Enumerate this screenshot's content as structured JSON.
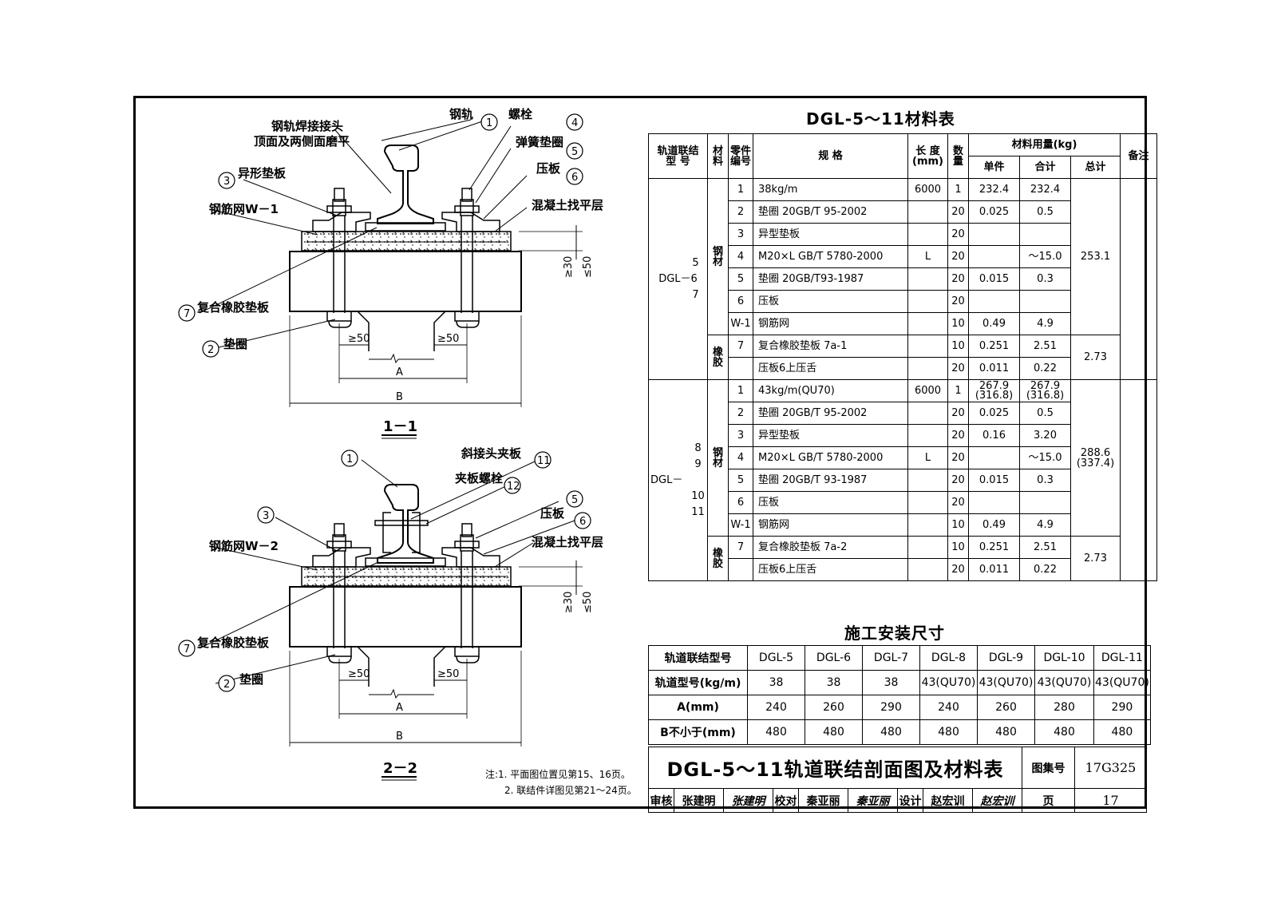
{
  "labels_1_1": {
    "rail": "钢轨",
    "weld_joint_line1": "钢轨焊接接头",
    "weld_joint_line2": "顶面及两侧面磨平",
    "bolt": "螺栓",
    "spring_washer": "弹簧垫圈",
    "shaped_plate": "异形垫板",
    "rebar_mesh": "钢筋网W－1",
    "press_plate": "压板",
    "concrete_level": "混凝土找平层",
    "rubber_pad": "复合橡胶垫板",
    "washer": "垫圈",
    "dim_30": "≥30",
    "dim_50": "≤50",
    "dim_ge50_left": "≥50",
    "dim_ge50_right": "≥50",
    "dim_A": "A",
    "dim_B": "B",
    "section": "1－1",
    "num_1": "1",
    "num_2": "2",
    "num_3": "3",
    "num_4": "4",
    "num_5": "5",
    "num_6": "6",
    "num_7": "7"
  },
  "labels_2_2": {
    "oblique_splice": "斜接头夹板",
    "splice_bolt": "夹板螺栓",
    "rebar_mesh": "钢筋网W－2",
    "press_plate": "压板",
    "concrete_level": "混凝土找平层",
    "rubber_pad": "复合橡胶垫板",
    "washer": "垫圈",
    "dim_30": "≥30",
    "dim_50": "≤50",
    "dim_ge50_left": "≥50",
    "dim_ge50_right": "≥50",
    "dim_A": "A",
    "dim_B": "B",
    "section": "2－2",
    "num_1": "1",
    "num_2": "2",
    "num_3": "3",
    "num_5": "5",
    "num_6": "6",
    "num_7": "7",
    "num_11": "11",
    "num_12": "12"
  },
  "material_table": {
    "title": "DGL-5～11材料表",
    "headers": {
      "type_l1": "轨道联结",
      "type_l2": "型  号",
      "material_l1": "材",
      "material_l2": "料",
      "part_l1": "零件",
      "part_l2": "编号",
      "spec": "规      格",
      "length_l1": "长 度",
      "length_l2": "(mm)",
      "qty_l1": "数",
      "qty_l2": "量",
      "usage": "材料用量(kg)",
      "unit": "单件",
      "subtotal": "合计",
      "total": "总计",
      "note": "备注"
    },
    "group1": {
      "type_num": "5",
      "type_name": "DGL－6",
      "type_num2": "7",
      "steel": "钢\n材",
      "rubber": "橡\n胶",
      "steel_total": "253.1",
      "rubber_total": "2.73",
      "rows": [
        [
          "1",
          "38kg/m",
          "6000",
          "1",
          "232.4",
          "232.4"
        ],
        [
          "2",
          "垫圈  20GB/T 95-2002",
          "",
          "20",
          "0.025",
          "0.5"
        ],
        [
          "3",
          "异型垫板",
          "",
          "20",
          "",
          ""
        ],
        [
          "4",
          "M20×L  GB/T 5780-2000",
          "L",
          "20",
          "",
          "～15.0"
        ],
        [
          "5",
          "垫圈  20GB/T93-1987",
          "",
          "20",
          "0.015",
          "0.3"
        ],
        [
          "6",
          "压板",
          "",
          "20",
          "",
          ""
        ],
        [
          "W-1",
          "钢筋网",
          "",
          "10",
          "0.49",
          "4.9"
        ],
        [
          "7",
          "复合橡胶垫板  7a-1",
          "",
          "10",
          "0.251",
          "2.51"
        ],
        [
          "",
          "压板6上压舌",
          "",
          "20",
          "0.011",
          "0.22"
        ]
      ]
    },
    "group2": {
      "type_num_a": "8",
      "type_num_b": "9",
      "type_name": "DGL－",
      "type_num_c": "10",
      "type_num_d": "11",
      "steel": "钢\n材",
      "rubber": "橡\n胶",
      "steel_total_l1": "288.6",
      "steel_total_l2": "(337.4)",
      "rubber_total": "2.73",
      "rows": [
        [
          "1",
          "43kg/m(QU70)",
          "6000",
          "1",
          "267.9\n(316.8)",
          "267.9\n(316.8)"
        ],
        [
          "2",
          "垫圈  20GB/T 95-2002",
          "",
          "20",
          "0.025",
          "0.5"
        ],
        [
          "3",
          "异型垫板",
          "",
          "20",
          "0.16",
          "3.20"
        ],
        [
          "4",
          "M20×L  GB/T 5780-2000",
          "L",
          "20",
          "",
          "～15.0"
        ],
        [
          "5",
          "垫圈  20GB/T 93-1987",
          "",
          "20",
          "0.015",
          "0.3"
        ],
        [
          "6",
          "压板",
          "",
          "20",
          "",
          ""
        ],
        [
          "W-1",
          "钢筋网",
          "",
          "10",
          "0.49",
          "4.9"
        ],
        [
          "7",
          "复合橡胶垫板  7a-2",
          "",
          "10",
          "0.251",
          "2.51"
        ],
        [
          "",
          "压板6上压舌",
          "",
          "20",
          "0.011",
          "0.22"
        ]
      ]
    }
  },
  "install_table": {
    "title": "施工安装尺寸",
    "rows": [
      [
        "轨道联结型号",
        "DGL-5",
        "DGL-6",
        "DGL-7",
        "DGL-8",
        "DGL-9",
        "DGL-10",
        "DGL-11"
      ],
      [
        "轨道型号(kg/m)",
        "38",
        "38",
        "38",
        "43(QU70)",
        "43(QU70)",
        "43(QU70)",
        "43(QU70)"
      ],
      [
        "A(mm)",
        "240",
        "260",
        "290",
        "240",
        "260",
        "280",
        "290"
      ],
      [
        "B不小于(mm)",
        "480",
        "480",
        "480",
        "480",
        "480",
        "480",
        "480"
      ]
    ]
  },
  "notes": {
    "line1": "注:1. 平面图位置见第15、16页。",
    "line2": "2. 联结件详图见第21～24页。"
  },
  "title_block": {
    "drawing_title": "DGL-5～11轨道联结剖面图及材料表",
    "atlas_label": "图集号",
    "atlas_no": "17G325",
    "review_label": "审核",
    "reviewer": "张建明",
    "reviewer_sig": "张建明",
    "check_label": "校对",
    "checker": "秦亚丽",
    "checker_sig": "秦亚丽",
    "design_label": "设计",
    "designer": "赵宏训",
    "designer_sig": "赵宏训",
    "page_label": "页",
    "page_no": "17"
  }
}
